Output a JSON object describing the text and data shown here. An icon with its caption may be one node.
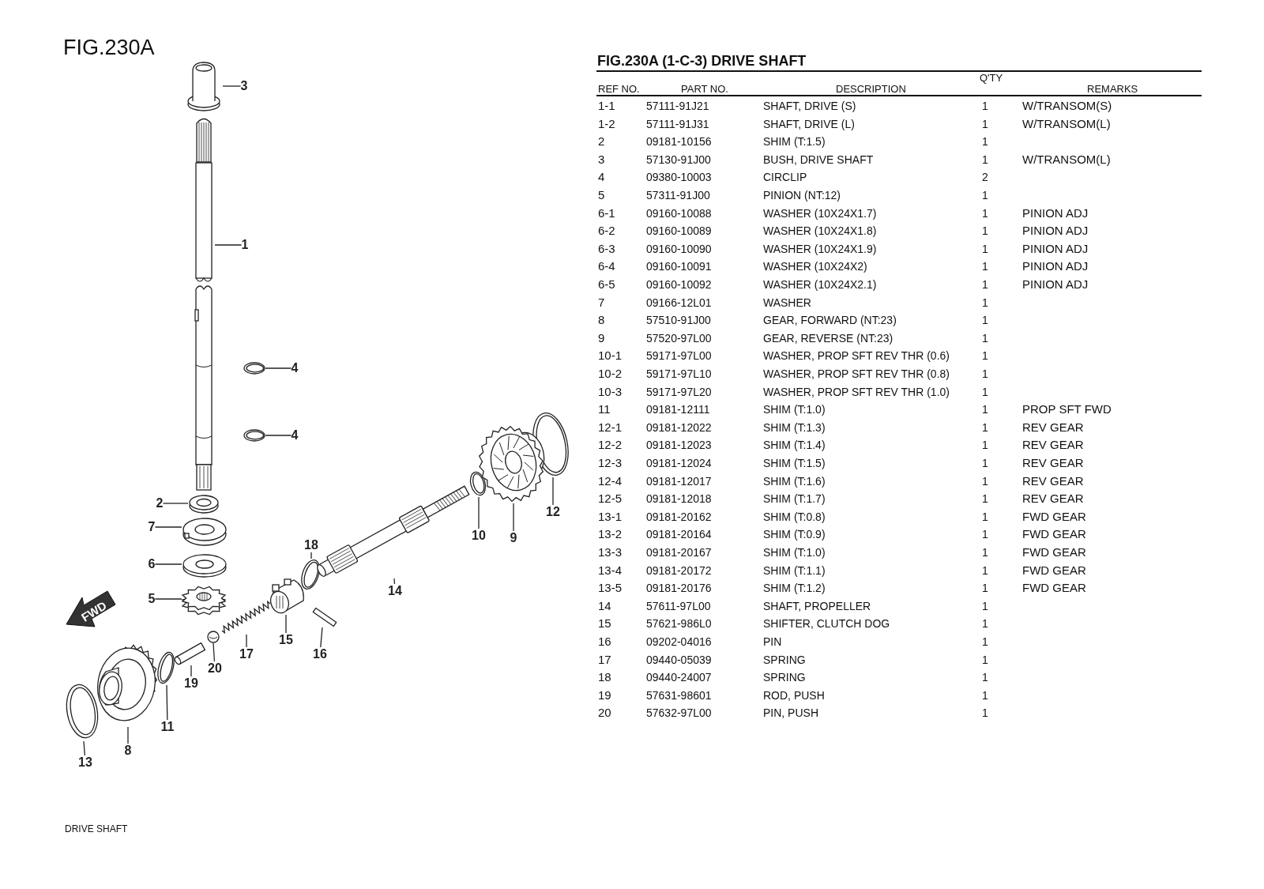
{
  "diagram": {
    "title": "FIG.230A (1-C-3) DRIVE SHAFT",
    "nodes": [
      {
        "text": [
          "3"
        ]
      },
      {
        "text": [
          "1"
        ]
      },
      {
        "text": [
          "4"
        ]
      },
      {
        "text": [
          "4"
        ]
      },
      {
        "text": [
          "2"
        ]
      },
      {
        "text": [
          "7"
        ]
      },
      {
        "text": [
          "6"
        ]
      },
      {
        "text": [
          "5"
        ]
      },
      {
        "text": [
          "12"
        ]
      },
      {
        "text": [
          "18"
        ]
      },
      {
        "text": [
          "10"
        ]
      },
      {
        "text": [
          "9"
        ]
      },
      {
        "text": [
          "14"
        ]
      },
      {
        "text": [
          "15"
        ]
      },
      {
        "text": [
          "17"
        ]
      },
      {
        "text": [
          "16"
        ]
      },
      {
        "text": [
          "20"
        ]
      },
      {
        "text": [
          "19"
        ]
      },
      {
        "text": [
          "11"
        ]
      },
      {
        "text": [
          "8"
        ]
      },
      {
        "text": [
          "13"
        ]
      },
      {
        "text": [],
        "shape": "picture"
      },
      {
        "text": [],
        "shape": "picture"
      },
      {
        "text": [],
        "shape": "picture"
      },
      {
        "text": [],
        "shape": "picture"
      },
      {
        "text": [],
        "shape": "picture"
      },
      {
        "text": [],
        "shape": "picture"
      },
      {
        "text": [],
        "shape": "picture"
      },
      {
        "text": [],
        "shape": "picture"
      },
      {
        "text": [],
        "shape": "picture"
      },
      {
        "text": [],
        "shape": "picture"
      },
      {
        "text": [],
        "shape": "picture"
      },
      {
        "text": [],
        "shape": "picture"
      },
      {
        "text": [],
        "shape": "picture"
      },
      {
        "text": [],
        "shape": "picture"
      },
      {
        "text": [],
        "shape": "picture"
      },
      {
        "text": [],
        "shape": "picture"
      },
      {
        "text": [],
        "shape": "picture"
      },
      {
        "text": [],
        "shape": "picture"
      },
      {
        "text": [],
        "shape": "picture"
      },
      {
        "text": [],
        "shape": "picture"
      },
      {
        "text": [],
        "shape": "picture"
      }
    ],
    "edges": [
      {
        "from": 0,
        "to": 21,
        "arrow": "none"
      },
      {
        "from": 1,
        "to": 22,
        "arrow": "none"
      },
      {
        "from": 2,
        "to": 23,
        "arrow": "none"
      },
      {
        "from": 3,
        "to": 24,
        "arrow": "none"
      },
      {
        "from": 4,
        "to": 25,
        "arrow": "none"
      },
      {
        "from": 5,
        "to": 26,
        "arrow": "none"
      },
      {
        "from": 6,
        "to": 27,
        "arrow": "none"
      },
      {
        "from": 7,
        "to": 28,
        "arrow": "none"
      },
      {
        "from": 8,
        "to": 29,
        "arrow": "none"
      },
      {
        "from": 9,
        "to": 30,
        "arrow": "none"
      },
      {
        "from": 10,
        "to": 31,
        "arrow": "none"
      },
      {
        "from": 11,
        "to": 32,
        "arrow": "none"
      },
      {
        "from": 12,
        "to": 33,
        "arrow": "none"
      },
      {
        "from": 13,
        "to": 34,
        "arrow": "none"
      },
      {
        "from": 14,
        "to": 35,
        "arrow": "none"
      },
      {
        "from": 15,
        "to": 36,
        "arrow": "none"
      },
      {
        "from": 16,
        "to": 37,
        "arrow": "none"
      },
      {
        "from": 17,
        "to": 38,
        "arrow": "none"
      },
      {
        "from": 18,
        "to": 39,
        "arrow": "none"
      },
      {
        "from": 19,
        "to": 40,
        "arrow": "none"
      },
      {
        "from": 20,
        "to": 41,
        "arrow": "none"
      }
    ],
    "labels": [
      "FIG.230A",
      "REF NO.",
      "PART NO.",
      "DESCRIPTION",
      "Q'TY",
      "REMARKS",
      "1-1",
      "57111-91J21",
      "SHAFT, DRIVE (S)",
      "1",
      "W/TRANSOM(S)",
      "1-2",
      "57111-91J31",
      "SHAFT, DRIVE (L)",
      "1",
      "W/TRANSOM(L)",
      "2",
      "09181-10156",
      "SHIM (T:1.5)",
      "1",
      "3",
      "57130-91J00",
      "BUSH, DRIVE SHAFT",
      "1",
      "W/TRANSOM(L)",
      "4",
      "09380-10003",
      "CIRCLIP",
      "2",
      "5",
      "57311-91J00",
      "PINION (NT:12)",
      "1",
      "6-1",
      "09160-10088",
      "WASHER (10X24X1.7)",
      "1",
      "PINION ADJ",
      "6-2",
      "09160-10089",
      "WASHER (10X24X1.8)",
      "1",
      "PINION ADJ",
      "6-3",
      "09160-10090",
      "WASHER (10X24X1.9)",
      "1",
      "PINION ADJ",
      "6-4",
      "09160-10091",
      "WASHER (10X24X2)",
      "1",
      "PINION ADJ",
      "6-5",
      "09160-10092",
      "WASHER (10X24X2.1)",
      "1",
      "PINION ADJ",
      "7",
      "09166-12L01",
      "WASHER",
      "1",
      "8",
      "57510-91J00",
      "GEAR, FORWARD (NT:23)",
      "1",
      "9",
      "57520-97L00",
      "GEAR, REVERSE (NT:23)",
      "1",
      "10-1",
      "59171-97L00",
      "WASHER, PROP SFT REV THR (0.6)",
      "1",
      "10-2",
      "59171-97L10",
      "WASHER, PROP SFT REV THR (0.8)",
      "1",
      "10-3",
      "59171-97L20",
      "WASHER, PROP SFT REV THR (1.0)",
      "1",
      "11",
      "09181-12111",
      "SHIM (T:1.0)",
      "1",
      "PROP SFT FWD",
      "12-1",
      "09181-12022",
      "SHIM (T:1.3)",
      "1",
      "REV GEAR",
      "12-2",
      "09181-12023",
      "SHIM (T:1.4)",
      "1",
      "REV GEAR",
      "12-3",
      "09181-12024",
      "SHIM (T:1.5)",
      "1",
      "REV GEAR",
      "12-4",
      "09181-12017",
      "SHIM (T:1.6)",
      "1",
      "REV GEAR",
      "12-5",
      "09181-12018",
      "SHIM (T:1.7)",
      "1",
      "REV GEAR",
      "13-1",
      "09181-20162",
      "SHIM (T:0.8)",
      "1",
      "FWD GEAR",
      "13-2",
      "09181-20164",
      "SHIM (T:0.9)",
      "1",
      "FWD GEAR",
      "13-3",
      "09181-20167",
      "SHIM (T:1.0)",
      "1",
      "FWD GEAR",
      "13-4",
      "09181-20172",
      "SHIM (T:1.1)",
      "1",
      "FWD GEAR",
      "13-5",
      "09181-20176",
      "SHIM (T:1.2)",
      "1",
      "FWD GEAR",
      "14",
      "57611-97L00",
      "SHAFT, PROPELLER",
      "1",
      "15",
      "57621-986L0",
      "SHIFTER, CLUTCH DOG",
      "1",
      "16",
      "09202-04016",
      "PIN",
      "1",
      "17",
      "09440-05039",
      "SPRING",
      "1",
      "18",
      "09440-24007",
      "SPRING",
      "1",
      "19",
      "57631-98601",
      "ROD, PUSH",
      "1",
      "20",
      "57632-97L00",
      "PIN, PUSH",
      "1",
      "FWD",
      "DRIVE SHAFT"
    ]
  }
}
